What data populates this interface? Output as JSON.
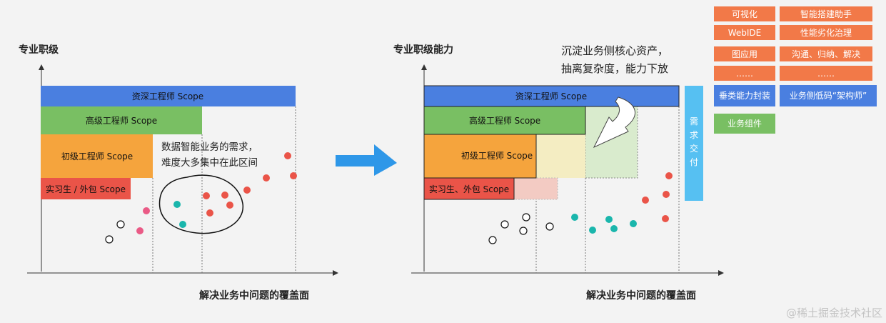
{
  "left": {
    "y_axis_label": "专业职级",
    "x_axis_label": "解决业务中问题的覆盖面",
    "bands": {
      "senior_expert": "资深工程师 Scope",
      "senior": "高级工程师  Scope",
      "junior": "初级工程师 Scope",
      "intern": "实习生 / 外包 Scope"
    },
    "note_line1": "数据智能业务的需求，",
    "note_line2": "难度大多集中在此区间"
  },
  "right": {
    "y_axis_label": "专业职级能力",
    "x_axis_label": "解决业务中问题的覆盖面",
    "bands": {
      "senior_expert": "资深工程师 Scope",
      "senior": "高级工程师  Scope",
      "junior": "初级工程师 Scope",
      "intern": "实习生、外包 Scope"
    },
    "note_line1": "沉淀业务侧核心资产，",
    "note_line2": "抽离复杂度，能力下放",
    "delivery": [
      "需",
      "求",
      "交",
      "付"
    ]
  },
  "legend": {
    "col1": [
      "可视化",
      "WebIDE",
      "图应用",
      "……"
    ],
    "col2": [
      "智能搭建助手",
      "性能劣化治理",
      "沟通、归纳、解决",
      "……"
    ],
    "blue1": "垂类能力封装",
    "blue2": "业务侧低码“架构师”",
    "green1": "业务组件"
  },
  "watermark": "@稀土掘金技术社区",
  "colors": {
    "blue": "#4a7fe0",
    "green": "#79bf63",
    "orange": "#f5a43d",
    "red": "#ea5448",
    "chip_orange": "#f27948",
    "teal": "#1ab6ac",
    "pink": "#ea5a86",
    "delivery_blue": "#56c0f2"
  }
}
